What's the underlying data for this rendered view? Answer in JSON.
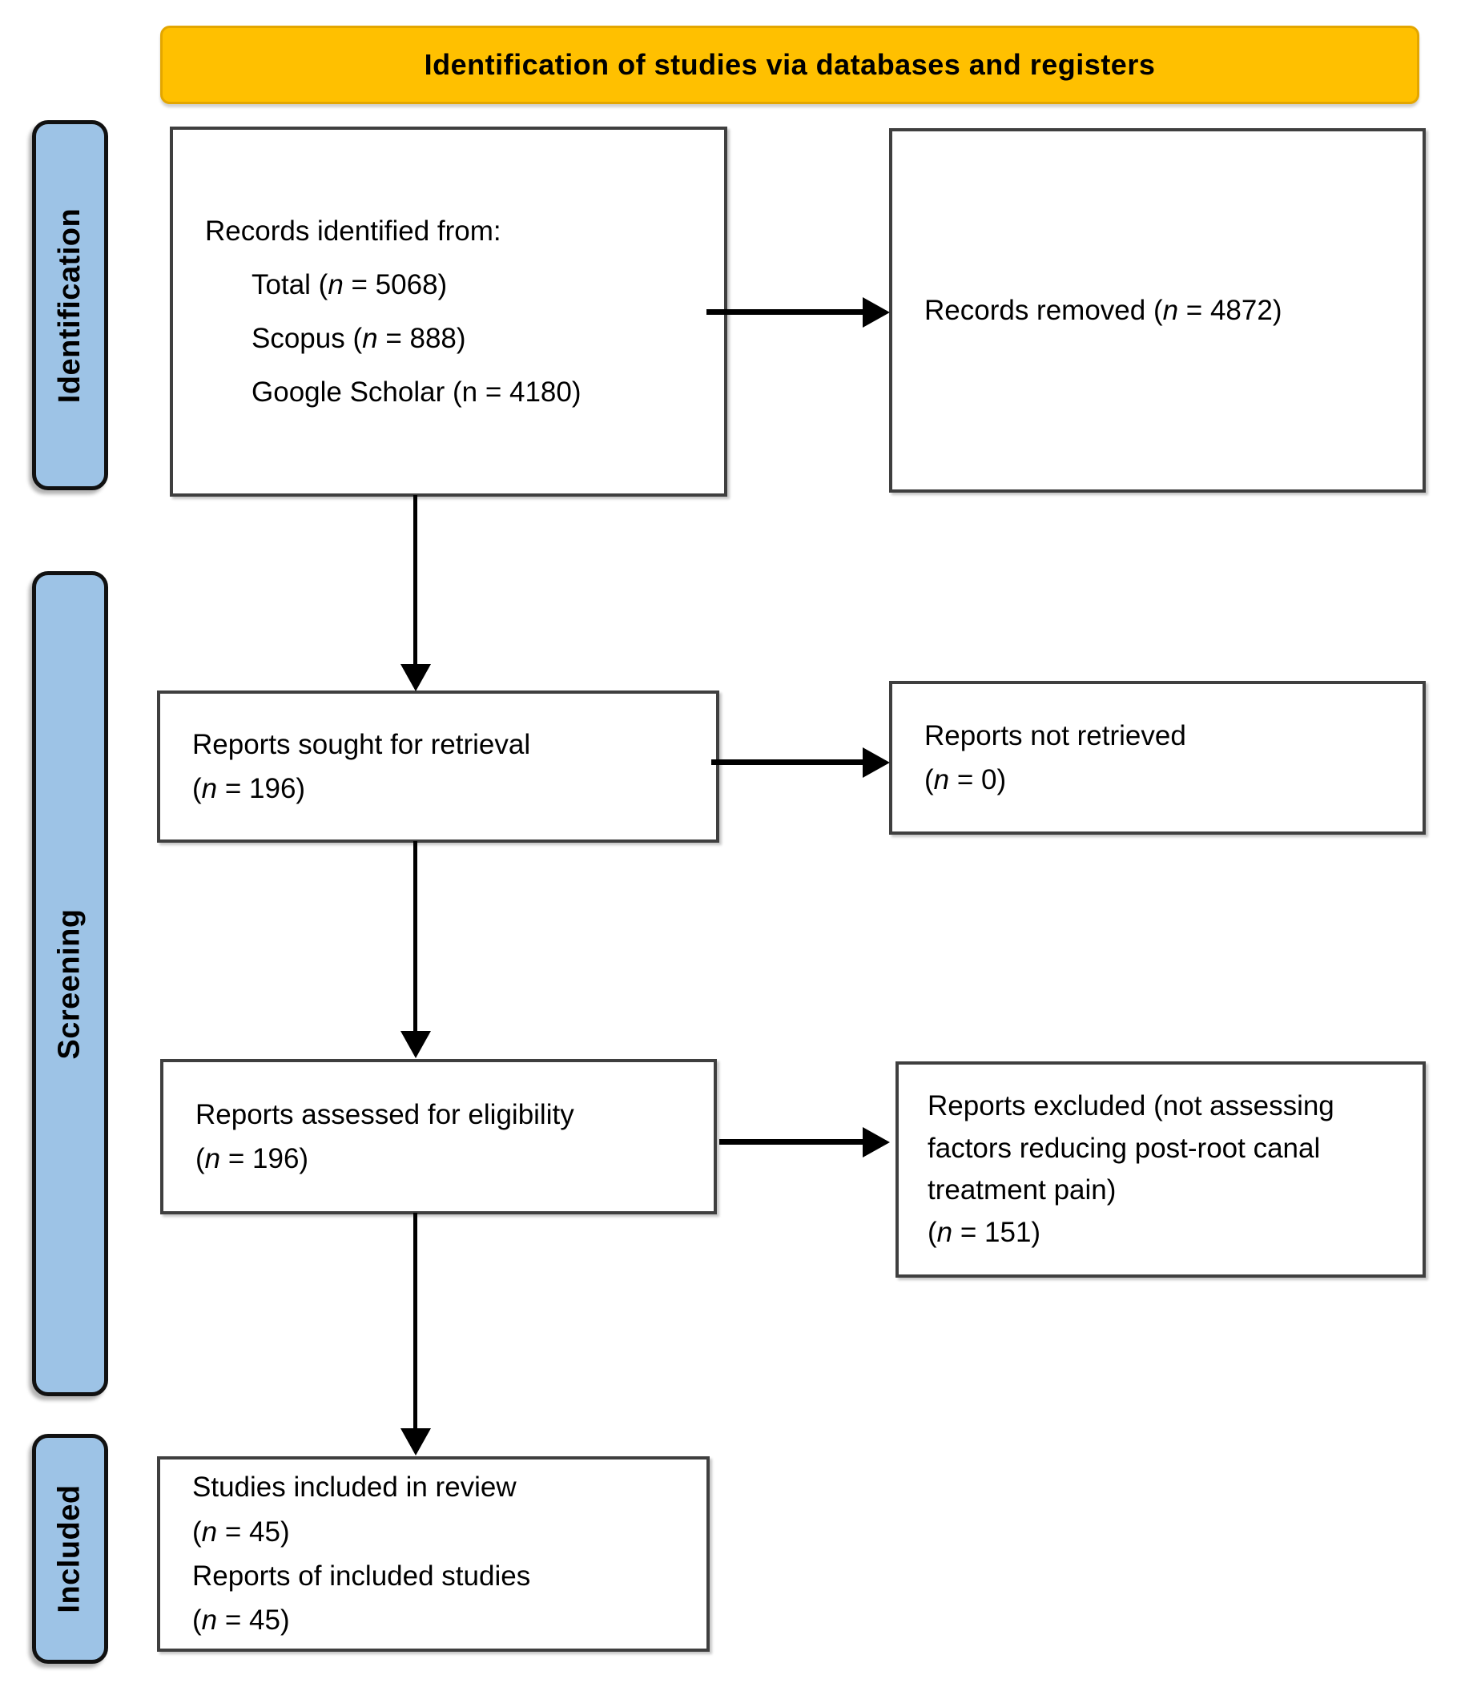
{
  "header": {
    "title": "Identification of studies via databases and registers"
  },
  "stages": [
    {
      "label": "Identification"
    },
    {
      "label": "Screening"
    },
    {
      "label": "Included"
    }
  ],
  "boxes": {
    "records_identified": {
      "lines": [
        {
          "parts": [
            {
              "t": "Records identified from:"
            }
          ]
        },
        {
          "parts": [
            {
              "t": "Total ("
            },
            {
              "t": "n",
              "i": true
            },
            {
              "t": " = 5068)"
            }
          ],
          "indent": true
        },
        {
          "parts": [
            {
              "t": "Scopus ("
            },
            {
              "t": "n",
              "i": true
            },
            {
              "t": " = 888)"
            }
          ],
          "indent": true
        },
        {
          "parts": [
            {
              "t": "Google Scholar (n = 4180)"
            }
          ],
          "indent": true
        }
      ]
    },
    "records_removed": {
      "lines": [
        {
          "parts": [
            {
              "t": "Records removed ("
            },
            {
              "t": "n",
              "i": true
            },
            {
              "t": " = 4872)"
            }
          ]
        }
      ]
    },
    "reports_sought": {
      "lines": [
        {
          "parts": [
            {
              "t": "Reports sought for retrieval"
            }
          ]
        },
        {
          "parts": [
            {
              "t": "("
            },
            {
              "t": "n",
              "i": true
            },
            {
              "t": " = 196)"
            }
          ]
        }
      ]
    },
    "reports_not_retrieved": {
      "lines": [
        {
          "parts": [
            {
              "t": "Reports not retrieved"
            }
          ]
        },
        {
          "parts": [
            {
              "t": "("
            },
            {
              "t": "n",
              "i": true
            },
            {
              "t": " = 0)"
            }
          ]
        }
      ]
    },
    "reports_assessed": {
      "lines": [
        {
          "parts": [
            {
              "t": "Reports assessed for eligibility"
            }
          ]
        },
        {
          "parts": [
            {
              "t": "("
            },
            {
              "t": "n",
              "i": true
            },
            {
              "t": " = 196)"
            }
          ]
        }
      ]
    },
    "reports_excluded": {
      "lines": [
        {
          "parts": [
            {
              "t": "Reports excluded (not assessing"
            }
          ]
        },
        {
          "parts": [
            {
              "t": "factors reducing post-root canal"
            }
          ]
        },
        {
          "parts": [
            {
              "t": "treatment pain)"
            }
          ]
        },
        {
          "parts": [
            {
              "t": "("
            },
            {
              "t": "n",
              "i": true
            },
            {
              "t": " = 151)"
            }
          ]
        }
      ]
    },
    "studies_included": {
      "lines": [
        {
          "parts": [
            {
              "t": "Studies included in review"
            }
          ]
        },
        {
          "parts": [
            {
              "t": "("
            },
            {
              "t": "n",
              "i": true
            },
            {
              "t": " = 45)"
            }
          ]
        },
        {
          "parts": [
            {
              "t": "Reports of included studies"
            }
          ]
        },
        {
          "parts": [
            {
              "t": "("
            },
            {
              "t": "n",
              "i": true
            },
            {
              "t": " = 45)"
            }
          ]
        }
      ]
    }
  },
  "counts": {
    "total_identified": 5068,
    "scopus": 888,
    "google_scholar": 4180,
    "records_removed": 4872,
    "reports_sought": 196,
    "reports_not_retrieved": 0,
    "reports_assessed": 196,
    "reports_excluded": 151,
    "studies_included": 45,
    "reports_of_included_studies": 45
  },
  "colors": {
    "header_bg": "#FFC000",
    "header_border": "#E3A600",
    "stage_bg": "#9DC3E6",
    "stage_border": "#111111",
    "box_border": "#3F3F3F",
    "arrow": "#000000"
  }
}
